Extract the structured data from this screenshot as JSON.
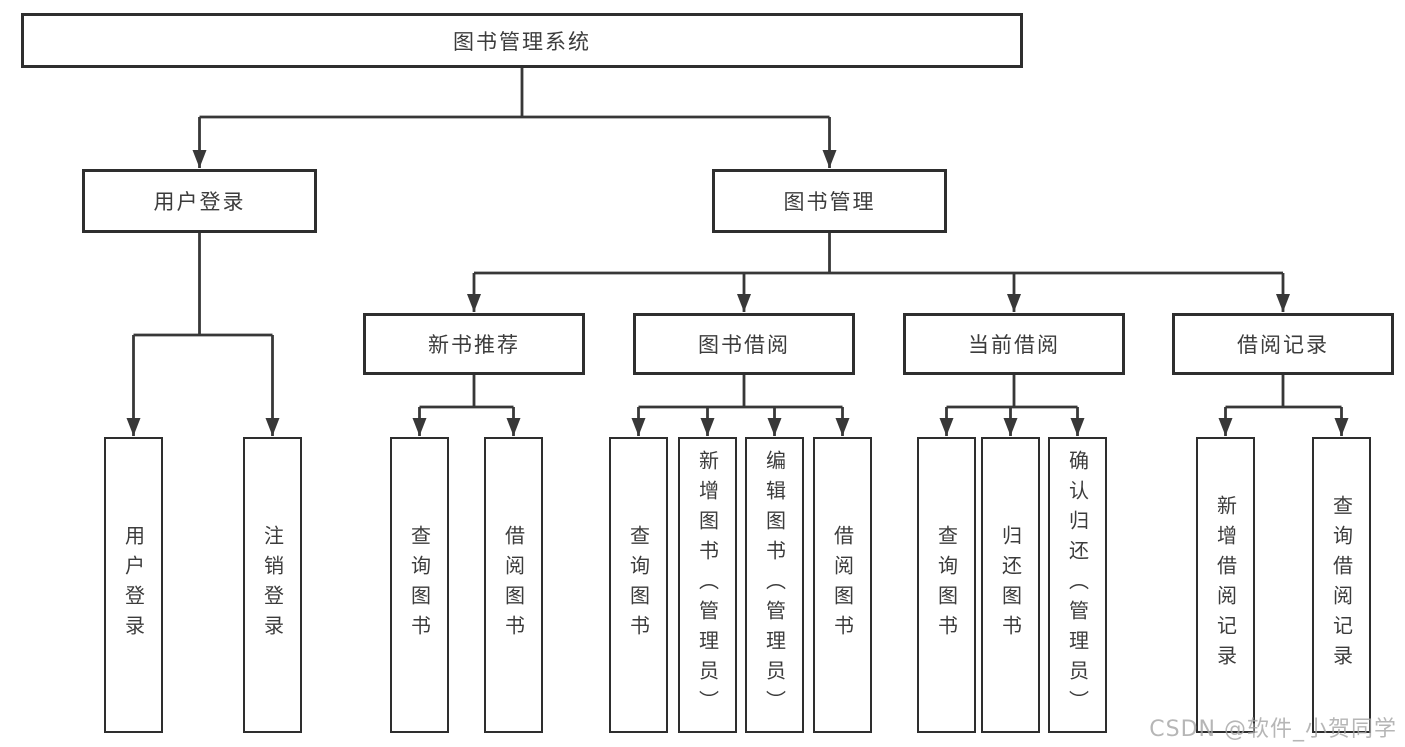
{
  "diagram": {
    "root": {
      "label": "图书管理系统"
    },
    "level2": [
      {
        "label": "用户登录"
      },
      {
        "label": "图书管理"
      }
    ],
    "level3": [
      {
        "label": "新书推荐"
      },
      {
        "label": "图书借阅"
      },
      {
        "label": "当前借阅"
      },
      {
        "label": "借阅记录"
      }
    ],
    "leaves": [
      {
        "label": "用户登录",
        "parent": "用户登录"
      },
      {
        "label": "注销登录",
        "parent": "用户登录"
      },
      {
        "label": "查询图书",
        "parent": "新书推荐"
      },
      {
        "label": "借阅图书",
        "parent": "新书推荐"
      },
      {
        "label": "查询图书",
        "parent": "图书借阅"
      },
      {
        "label": "新增图书（管理员）",
        "parent": "图书借阅"
      },
      {
        "label": "编辑图书（管理员）",
        "parent": "图书借阅"
      },
      {
        "label": "借阅图书",
        "parent": "图书借阅"
      },
      {
        "label": "查询图书",
        "parent": "当前借阅"
      },
      {
        "label": "归还图书",
        "parent": "当前借阅"
      },
      {
        "label": "确认归还（管理员）",
        "parent": "当前借阅"
      },
      {
        "label": "新增借阅记录",
        "parent": "借阅记录"
      },
      {
        "label": "查询借阅记录",
        "parent": "借阅记录"
      }
    ]
  },
  "watermark": {
    "text": "CSDN @软件_小贺同学"
  },
  "colors": {
    "line": "#383838",
    "box_border": "#2e2e2e",
    "text": "#3c3c3c",
    "watermark": "#a5a5a5",
    "background": "#ffffff"
  }
}
